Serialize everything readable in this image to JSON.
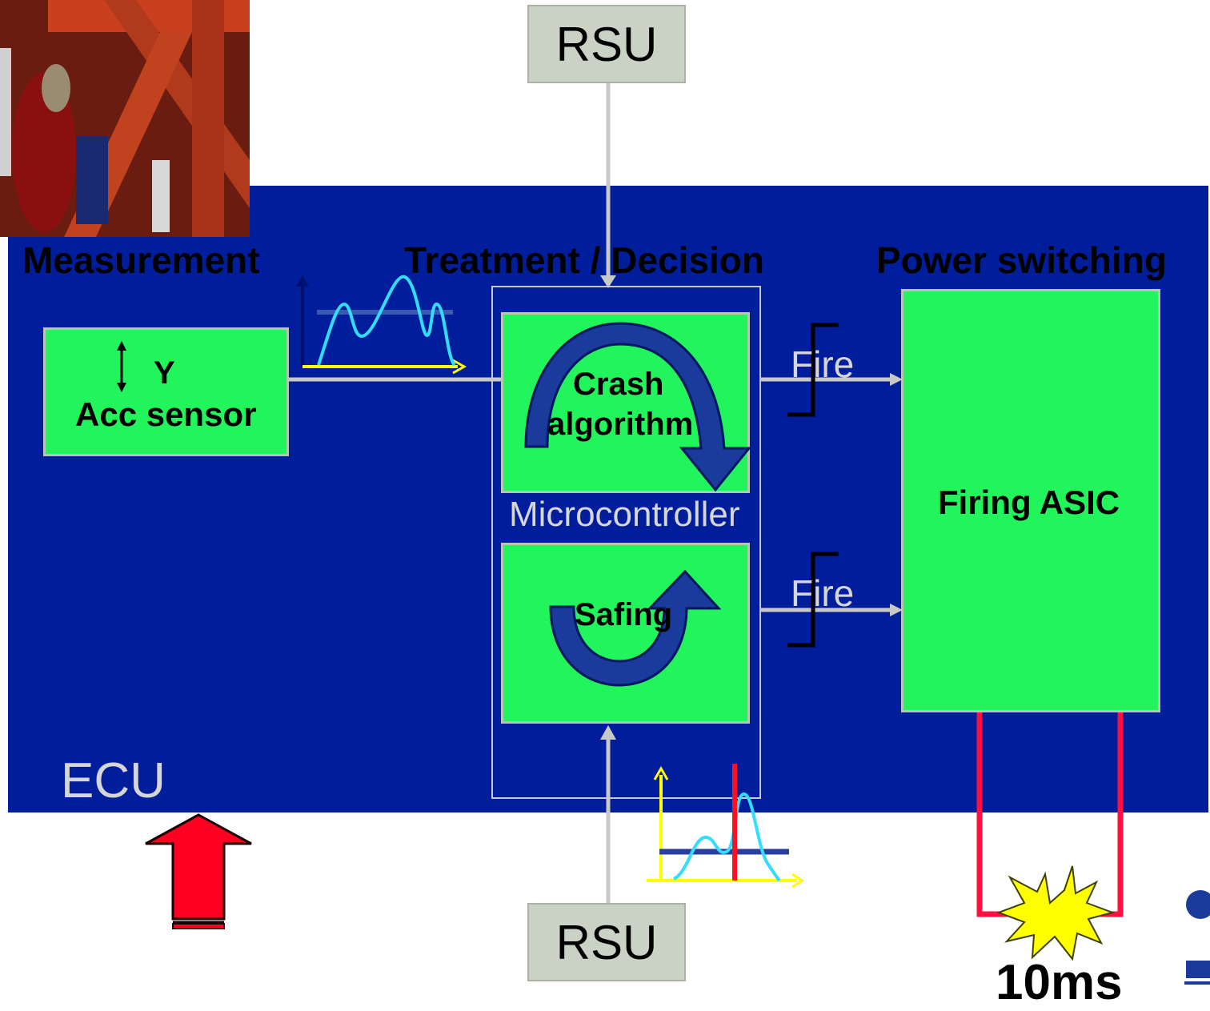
{
  "headings": {
    "measurement": "Measurement",
    "treatment": "Treatment / Decision",
    "power": "Power switching"
  },
  "rsu_top": "RSU",
  "rsu_bottom": "RSU",
  "sensor": {
    "axis": "Y",
    "label": "Acc sensor"
  },
  "crash_algorithm": {
    "line1": "Crash",
    "line2": "algorithm"
  },
  "safing": "Safing",
  "microcontroller": "Microcontroller",
  "fire_top": "Fire",
  "fire_bottom": "Fire",
  "firing_asic": "Firing ASIC",
  "ecu_label": "ECU",
  "timing": "10ms",
  "colors": {
    "ecu_background": "#001e9c",
    "block_green": "#22f55c",
    "rsu_grey": "#c9d2c4",
    "arrow_blue": "#1a3a9c",
    "firing_line": "#ff1040",
    "burst_yellow": "#ffff00"
  }
}
